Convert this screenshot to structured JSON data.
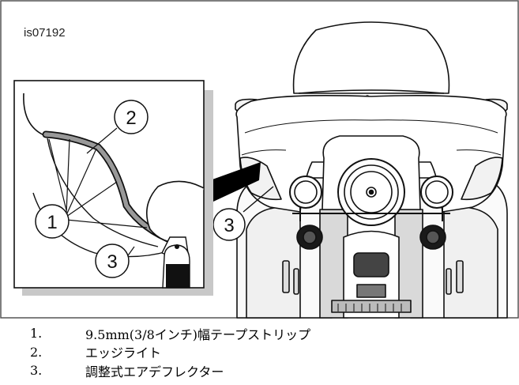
{
  "figure": {
    "id_label": "is07192",
    "inset_callouts": [
      "2",
      "1",
      "3"
    ],
    "main_callout": "3"
  },
  "legend": [
    {
      "num": "1.",
      "text": "9.5mm(3/8インチ)幅テープストリップ"
    },
    {
      "num": "2.",
      "text": "エッジライト"
    },
    {
      "num": "3.",
      "text": "調整式エアデフレクター"
    }
  ]
}
